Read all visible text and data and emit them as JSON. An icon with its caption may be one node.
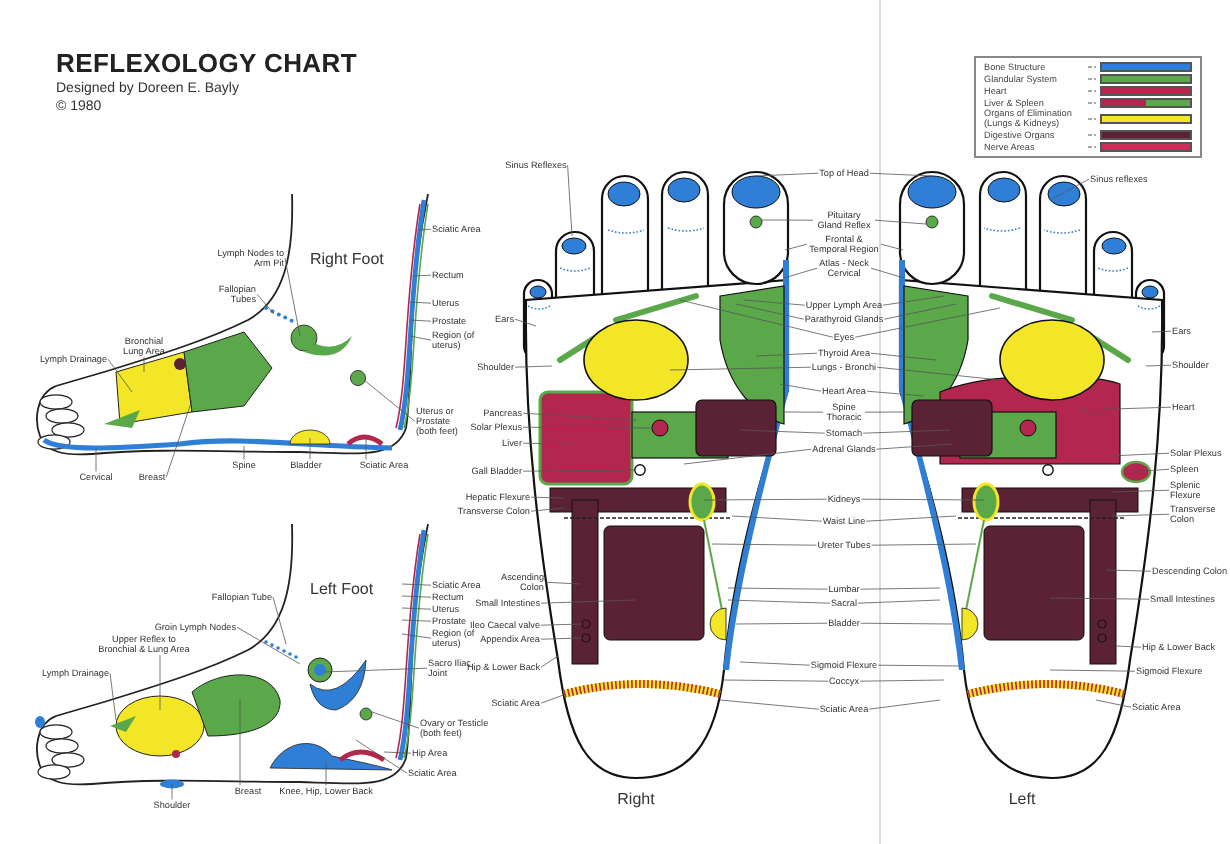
{
  "diagram": {
    "title": "REFLEXOLOGY CHART",
    "nodes": [
      {
        "text": [
          "Lymph Nodes to Arm Pit"
        ]
      },
      {
        "text": [
          "Fallopian Tubes"
        ]
      },
      {
        "text": [
          "Bronchial Lung Area"
        ]
      },
      {
        "text": [
          "Lymph Drainage"
        ]
      },
      {
        "text": [
          "Sciatic Area"
        ]
      },
      {
        "text": [
          "Rectum"
        ]
      },
      {
        "text": [
          "Uterus"
        ]
      },
      {
        "text": [
          "Prostate"
        ]
      },
      {
        "text": [
          "Region (of uterus)"
        ]
      },
      {
        "text": [
          "Uterus or Prostate (both feet)"
        ]
      },
      {
        "text": [
          "Cervical"
        ]
      },
      {
        "text": [
          "Breast"
        ]
      },
      {
        "text": [
          "Spine"
        ]
      },
      {
        "text": [
          "Bladder"
        ]
      },
      {
        "text": [
          "Sciatic Area"
        ]
      },
      {
        "text": [
          "Fallopian Tube"
        ]
      },
      {
        "text": [
          "Groin Lymph Nodes"
        ]
      },
      {
        "text": [
          "Upper Reflex to Bronchial & Lung Area"
        ]
      },
      {
        "text": [
          "Lymph Drainage"
        ]
      },
      {
        "text": [
          "Sciatic Area"
        ]
      },
      {
        "text": [
          "Rectum"
        ]
      },
      {
        "text": [
          "Uterus"
        ]
      },
      {
        "text": [
          "Prostate"
        ]
      },
      {
        "text": [
          "Region (of uterus)"
        ]
      },
      {
        "text": [
          "Sacro Iliac Joint"
        ]
      },
      {
        "text": [
          "Ovary or Testicle (both feet)"
        ]
      },
      {
        "text": [
          "Hip Area"
        ]
      },
      {
        "text": [
          "Sciatic Area"
        ]
      },
      {
        "text": [
          "Knee, Hip, Lower Back"
        ]
      },
      {
        "text": [
          "Breast"
        ]
      },
      {
        "text": [
          "Shoulder"
        ]
      },
      {
        "text": [
          "Sinus Reflexes"
        ]
      },
      {
        "text": [
          "Ears"
        ]
      },
      {
        "text": [
          "Shoulder"
        ]
      },
      {
        "text": [
          "Pancreas"
        ]
      },
      {
        "text": [
          "Solar Plexus"
        ]
      },
      {
        "text": [
          "Liver"
        ]
      },
      {
        "text": [
          "Gall Bladder"
        ]
      },
      {
        "text": [
          "Hepatic Flexure"
        ]
      },
      {
        "text": [
          "Transverse Colon"
        ]
      },
      {
        "text": [
          "Ascending Colon"
        ]
      },
      {
        "text": [
          "Small Intestines"
        ]
      },
      {
        "text": [
          "Ileo Caecal valve"
        ]
      },
      {
        "text": [
          "Appendix Area"
        ]
      },
      {
        "text": [
          "Hip & Lower Back"
        ]
      },
      {
        "text": [
          "Sciatic Area"
        ]
      },
      {
        "text": [
          "Top of Head"
        ]
      },
      {
        "text": [
          "Pituitary Gland Reflex"
        ]
      },
      {
        "text": [
          "Frontal & Temporal Region"
        ]
      },
      {
        "text": [
          "Atlas - Neck Cervical"
        ]
      },
      {
        "text": [
          "Upper Lymph Area"
        ]
      },
      {
        "text": [
          "Parathyroid Glands"
        ]
      },
      {
        "text": [
          "Eyes"
        ]
      },
      {
        "text": [
          "Thyroid Area"
        ]
      },
      {
        "text": [
          "Lungs - Bronchi"
        ]
      },
      {
        "text": [
          "Heart Area"
        ]
      },
      {
        "text": [
          "Spine Thoracic"
        ]
      },
      {
        "text": [
          "Stomach"
        ]
      },
      {
        "text": [
          "Adrenal Glands"
        ]
      },
      {
        "text": [
          "Kidneys"
        ]
      },
      {
        "text": [
          "Waist Line"
        ]
      },
      {
        "text": [
          "Ureter Tubes"
        ]
      },
      {
        "text": [
          "Lumbar"
        ]
      },
      {
        "text": [
          "Sacral"
        ]
      },
      {
        "text": [
          "Bladder"
        ]
      },
      {
        "text": [
          "Sigmoid Flexure"
        ]
      },
      {
        "text": [
          "Coccyx"
        ]
      },
      {
        "text": [
          "Sciatic Area"
        ]
      },
      {
        "text": [
          "Sinus reflexes"
        ]
      },
      {
        "text": [
          "Ears"
        ]
      },
      {
        "text": [
          "Shoulder"
        ]
      },
      {
        "text": [
          "Heart"
        ]
      },
      {
        "text": [
          "Solar Plexus"
        ]
      },
      {
        "text": [
          "Spleen"
        ]
      },
      {
        "text": [
          "Splenic Flexure"
        ]
      },
      {
        "text": [
          "Transverse Colon"
        ]
      },
      {
        "text": [
          "Descending Colon"
        ]
      },
      {
        "text": [
          "Small Intestines"
        ]
      },
      {
        "text": [
          "Hip & Lower Back"
        ]
      },
      {
        "text": [
          "Sigmoid Flexure"
        ]
      },
      {
        "text": [
          "Sciatic Area"
        ]
      },
      {
        "text": [],
        "shape": "picture"
      },
      {
        "text": [],
        "shape": "picture"
      },
      {
        "text": [],
        "shape": "picture",
        "beside": [
          "Right"
        ]
      },
      {
        "text": [],
        "shape": "picture",
        "beside": [
          "Left"
        ]
      }
    ],
    "edges": [
      {
        "from": 0,
        "to": 81,
        "arrow": "none"
      },
      {
        "from": 1,
        "to": 81,
        "arrow": "none"
      },
      {
        "from": 2,
        "to": 81,
        "arrow": "none"
      },
      {
        "from": 3,
        "to": 81,
        "arrow": "none"
      },
      {
        "from": 4,
        "to": 81,
        "arrow": "none"
      },
      {
        "from": 5,
        "to": 81,
        "arrow": "none"
      },
      {
        "from": 6,
        "to": 81,
        "arrow": "none"
      },
      {
        "from": 7,
        "to": 81,
        "arrow": "none"
      },
      {
        "from": 8,
        "to": 81,
        "arrow": "none"
      },
      {
        "from": 9,
        "to": 81,
        "arrow": "none"
      },
      {
        "from": 10,
        "to": 81,
        "arrow": "none"
      },
      {
        "from": 11,
        "to": 81,
        "arrow": "none"
      },
      {
        "from": 12,
        "to": 81,
        "arrow": "none"
      },
      {
        "from": 13,
        "to": 81,
        "arrow": "none"
      },
      {
        "from": 14,
        "to": 81,
        "arrow": "none"
      },
      {
        "from": 15,
        "to": 82,
        "arrow": "none"
      },
      {
        "from": 16,
        "to": 82,
        "arrow": "none"
      },
      {
        "from": 17,
        "to": 82,
        "arrow": "none"
      },
      {
        "from": 18,
        "to": 82,
        "arrow": "none"
      },
      {
        "from": 19,
        "to": 82,
        "arrow": "none"
      },
      {
        "from": 20,
        "to": 82,
        "arrow": "none"
      },
      {
        "from": 21,
        "to": 82,
        "arrow": "none"
      },
      {
        "from": 22,
        "to": 82,
        "arrow": "none"
      },
      {
        "from": 23,
        "to": 82,
        "arrow": "none"
      },
      {
        "from": 24,
        "to": 82,
        "arrow": "none"
      },
      {
        "from": 25,
        "to": 82,
        "arrow": "none"
      },
      {
        "from": 26,
        "to": 82,
        "arrow": "none"
      },
      {
        "from": 27,
        "to": 82,
        "arrow": "none"
      },
      {
        "from": 28,
        "to": 82,
        "arrow": "none"
      },
      {
        "from": 29,
        "to": 82,
        "arrow": "none"
      },
      {
        "from": 30,
        "to": 82,
        "arrow": "none"
      },
      {
        "from": 31,
        "to": 83,
        "arrow": "none"
      },
      {
        "from": 32,
        "to": 83,
        "arrow": "none"
      },
      {
        "from": 33,
        "to": 83,
        "arrow": "none"
      },
      {
        "from": 34,
        "to": 83,
        "arrow": "none"
      },
      {
        "from": 35,
        "to": 83,
        "arrow": "none"
      },
      {
        "from": 36,
        "to": 83,
        "arrow": "none"
      },
      {
        "from": 37,
        "to": 83,
        "arrow": "none"
      },
      {
        "from": 38,
        "to": 83,
        "arrow": "none"
      },
      {
        "from": 39,
        "to": 83,
        "arrow": "none"
      },
      {
        "from": 40,
        "to": 83,
        "arrow": "none"
      },
      {
        "from": 41,
        "to": 83,
        "arrow": "none"
      },
      {
        "from": 42,
        "to": 83,
        "arrow": "none"
      },
      {
        "from": 43,
        "to": 83,
        "arrow": "none"
      },
      {
        "from": 44,
        "to": 83,
        "arrow": "none"
      },
      {
        "from": 45,
        "to": 83,
        "arrow": "none"
      },
      {
        "from": 46,
        "to": 83,
        "arrow": "none"
      },
      {
        "from": 46,
        "to": 84,
        "arrow": "none"
      },
      {
        "from": 47,
        "to": 83,
        "arrow": "none"
      },
      {
        "from": 47,
        "to": 84,
        "arrow": "none"
      },
      {
        "from": 48,
        "to": 83,
        "arrow": "none"
      },
      {
        "from": 48,
        "to": 84,
        "arrow": "none"
      },
      {
        "from": 49,
        "to": 83,
        "arrow": "none"
      },
      {
        "from": 49,
        "to": 84,
        "arrow": "none"
      },
      {
        "from": 50,
        "to": 83,
        "arrow": "none"
      },
      {
        "from": 50,
        "to": 84,
        "arrow": "none"
      },
      {
        "from": 51,
        "to": 83,
        "arrow": "none"
      },
      {
        "from": 51,
        "to": 84,
        "arrow": "none"
      },
      {
        "from": 52,
        "to": 83,
        "arrow": "none"
      },
      {
        "from": 52,
        "to": 84,
        "arrow": "none"
      },
      {
        "from": 53,
        "to": 83,
        "arrow": "none"
      },
      {
        "from": 53,
        "to": 84,
        "arrow": "none"
      },
      {
        "from": 54,
        "to": 83,
        "arrow": "none"
      },
      {
        "from": 54,
        "to": 84,
        "arrow": "none"
      },
      {
        "from": 55,
        "to": 83,
        "arrow": "none"
      },
      {
        "from": 55,
        "to": 84,
        "arrow": "none"
      },
      {
        "from": 56,
        "to": 83,
        "arrow": "none"
      },
      {
        "from": 56,
        "to": 84,
        "arrow": "none"
      },
      {
        "from": 57,
        "to": 83,
        "arrow": "none"
      },
      {
        "from": 57,
        "to": 84,
        "arrow": "none"
      },
      {
        "from": 58,
        "to": 83,
        "arrow": "none"
      },
      {
        "from": 58,
        "to": 84,
        "arrow": "none"
      },
      {
        "from": 59,
        "to": 83,
        "arrow": "none"
      },
      {
        "from": 59,
        "to": 84,
        "arrow": "none"
      },
      {
        "from": 60,
        "to": 83,
        "arrow": "none"
      },
      {
        "from": 60,
        "to": 84,
        "arrow": "none"
      },
      {
        "from": 61,
        "to": 83,
        "arrow": "none"
      },
      {
        "from": 61,
        "to": 84,
        "arrow": "none"
      },
      {
        "from": 62,
        "to": 83,
        "arrow": "none"
      },
      {
        "from": 62,
        "to": 84,
        "arrow": "none"
      },
      {
        "from": 63,
        "to": 83,
        "arrow": "none"
      },
      {
        "from": 63,
        "to": 84,
        "arrow": "none"
      },
      {
        "from": 64,
        "to": 83,
        "arrow": "none"
      },
      {
        "from": 64,
        "to": 84,
        "arrow": "none"
      },
      {
        "from": 65,
        "to": 83,
        "arrow": "none"
      },
      {
        "from": 65,
        "to": 84,
        "arrow": "none"
      },
      {
        "from": 66,
        "to": 83,
        "arrow": "none"
      },
      {
        "from": 66,
        "to": 84,
        "arrow": "none"
      },
      {
        "from": 67,
        "to": 83,
        "arrow": "none"
      },
      {
        "from": 67,
        "to": 84,
        "arrow": "none"
      },
      {
        "from": 68,
        "to": 84,
        "arrow": "none"
      },
      {
        "from": 69,
        "to": 84,
        "arrow": "none"
      },
      {
        "from": 70,
        "to": 84,
        "arrow": "none"
      },
      {
        "from": 71,
        "to": 84,
        "arrow": "none"
      },
      {
        "from": 72,
        "to": 84,
        "arrow": "none"
      },
      {
        "from": 73,
        "to": 84,
        "arrow": "none"
      },
      {
        "from": 74,
        "to": 84,
        "arrow": "none"
      },
      {
        "from": 75,
        "to": 84,
        "arrow": "none"
      },
      {
        "from": 76,
        "to": 84,
        "arrow": "none"
      },
      {
        "from": 77,
        "to": 84,
        "arrow": "none"
      },
      {
        "from": 78,
        "to": 84,
        "arrow": "none"
      },
      {
        "from": 79,
        "to": 84,
        "arrow": "none"
      },
      {
        "from": 80,
        "to": 84,
        "arrow": "none"
      }
    ],
    "labels": [
      "Designed by Doreen E. Bayly",
      "© 1980",
      "Right Foot",
      "Left Foot"
    ],
    "legend": [
      {
        "text": "Bone Structure",
        "color": "#2f7fd6"
      },
      {
        "text": "Glandular System",
        "color": "#5aa84a"
      },
      {
        "text": "Heart",
        "color": "#b3264e"
      },
      {
        "text": "Liver & Spleen"
      },
      {
        "text": "Organs of Elimination (Lungs & Kidneys)",
        "color": "#f2e626"
      },
      {
        "text": "Digestive Organs",
        "color": "#5b2236"
      },
      {
        "text": "Nerve Areas",
        "color": "#c8305a"
      }
    ]
  }
}
